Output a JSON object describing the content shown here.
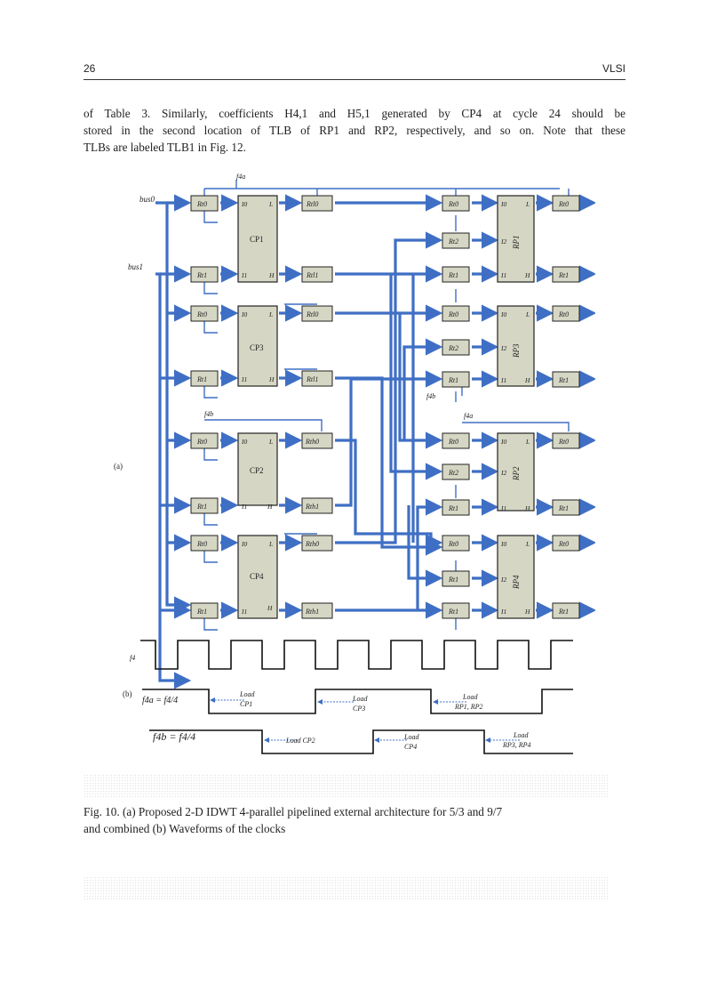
{
  "header": {
    "page_number": "26",
    "running_title": "VLSI"
  },
  "body_text": [
    "of Table 3. Similarly, coefficients H4,1 and H5,1 generated by CP4 at cycle 24 should be",
    "stored in the second location of TLB of RP1 and RP2, respectively, and so on. Note that these",
    "TLBs are labeled TLB1 in Fig. 12."
  ],
  "figure": {
    "panel_a_label": "(a)",
    "panel_b_label": "(b)",
    "bus_labels": [
      "bus0",
      "bus1"
    ],
    "clock_labels": {
      "f4a_top": "f4a",
      "f4b_left": "f4b",
      "f4b_right": "f4b",
      "f4a_right": "f4a"
    },
    "blocks": {
      "cp1": "CP1",
      "cp3": "CP3",
      "cp2": "CP2",
      "cp4": "CP4",
      "rp1": "RP1",
      "rp3": "RP3",
      "rp2": "RP2",
      "rp4": "RP4"
    },
    "registers": {
      "rt0": "Rt0",
      "rt1": "Rt1",
      "rt2": "Rt2",
      "rth0": "Rth0",
      "rth1": "Rth1",
      "rtl0": "Rtl0",
      "rtl1": "Rtl1"
    },
    "ports": {
      "i0": "I0",
      "i1": "I1",
      "i2": "I2",
      "l": "L",
      "h": "H"
    },
    "waveforms": {
      "f4": "f4",
      "f4a_eq": "f4a = f4/4",
      "f4b_eq": "f4b = f4/4",
      "load_cp1": [
        "Load",
        "CP1"
      ],
      "load_cp3": [
        "Load",
        "CP3"
      ],
      "load_rp12": [
        "Load",
        "RP1, RP2"
      ],
      "load_cp2": "Load CP2",
      "load_cp4": [
        "Load",
        "CP4"
      ],
      "load_rp34": [
        "Load",
        "RP3, RP4"
      ]
    }
  },
  "caption": [
    "Fig. 10. (a) Proposed 2-D IDWT 4-parallel pipelined external architecture for 5/3 and 9/7",
    "and combined (b) Waveforms of the clocks"
  ]
}
